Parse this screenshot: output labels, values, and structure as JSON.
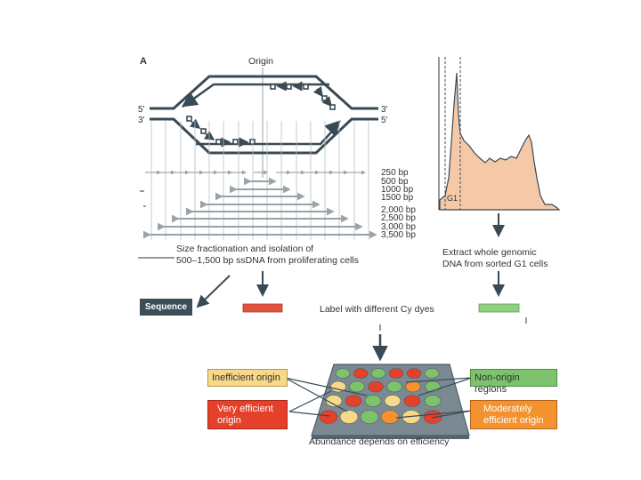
{
  "panel_label": "A",
  "origin_label": "Origin",
  "strand_labels": {
    "left_top": "5'",
    "left_bottom": "3'",
    "right_top": "3'",
    "right_bottom": "5'"
  },
  "size_labels": [
    "250 bp",
    "500 bp",
    "1000 bp",
    "1500 bp",
    "2,000 bp",
    "2,500 bp",
    "3,000 bp",
    "3,500 bp"
  ],
  "fractionation_text": [
    "Size fractionation and isolation of",
    "500–1,500 bp ssDNA from proliferating cells"
  ],
  "flow_label": "G1",
  "extract_text": [
    "Extract whole genomic",
    "DNA from sorted G1 cells"
  ],
  "sequence_button": "Sequence",
  "cy_dyes_text": "Label with different Cy dyes",
  "categories": {
    "inefficient": "Inefficient origin",
    "very_efficient": [
      "Very efficient",
      "origin"
    ],
    "non_origin": "Non-origin regions",
    "moderately": [
      "Moderately",
      "efficient origin"
    ]
  },
  "abundance_text": "Abundance depends on efficiency",
  "colors": {
    "strand": "#3a4a55",
    "guide": "#9aa4a8",
    "histogram_fill": "#f5c9a8",
    "red_bar": "#e0533c",
    "green_bar": "#8fcf83",
    "sequence_bg": "#3b4d57",
    "inefficient_bg": "#f8d98a",
    "very_efficient_bg": "#e5402a",
    "non_origin_bg": "#7dc36b",
    "moderately_bg": "#f3922e"
  }
}
